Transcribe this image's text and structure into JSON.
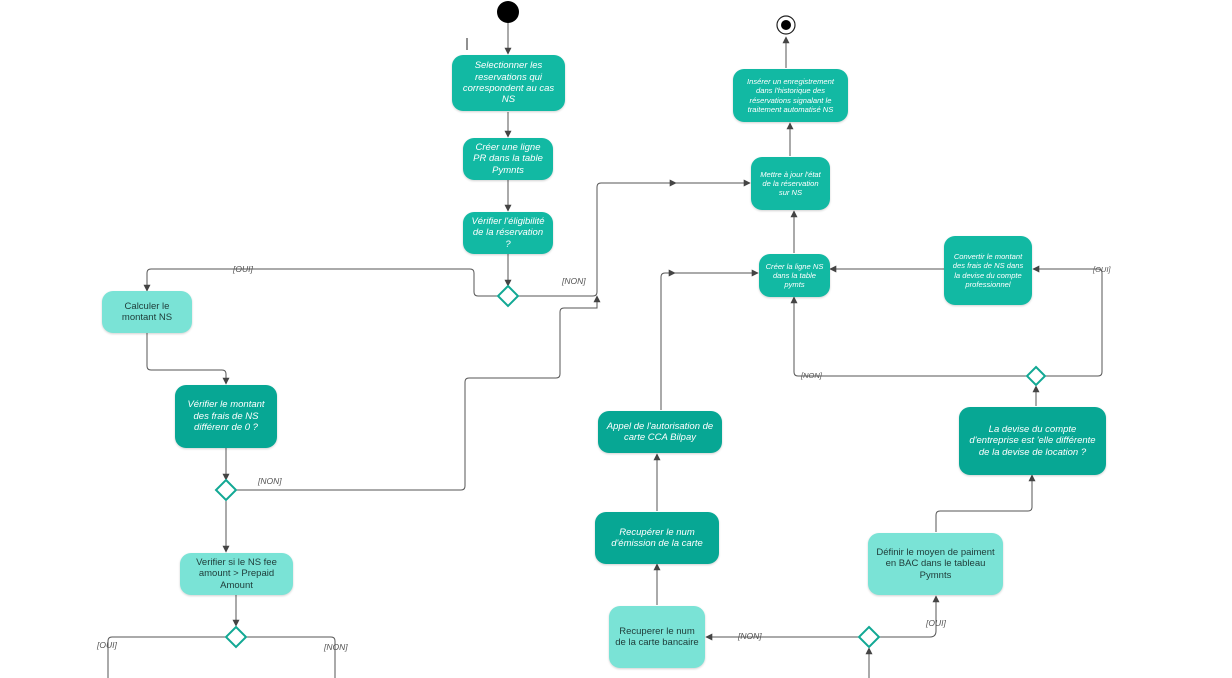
{
  "nodes": {
    "select_reservations": "Selectionner les reservations qui correspondent au cas NS",
    "create_pr_line": "Créer une ligne PR dans la table Pymnts",
    "verify_eligibility": "Vérifier l'éligibilité de la réservation ?",
    "calc_ns_amount": "Calculer le montant NS",
    "verify_ns_amount": "Vérifier le montant des frais de NS différenr de 0 ?",
    "verify_ns_fee": "Verifier si le NS fee amount > Prepaid Amount",
    "get_card_number": "Recuperer le num de la carte bancaire",
    "get_card_emission": "Recupérer le num d'émission de la carte",
    "call_cca_authorization": "Appel de l'autorisation de carte CCA Bilpay",
    "define_payment_method": "Définir le moyen de paiment en BAC dans le tableau Pymnts",
    "currency_question": "La devise du compte d'entreprise est 'elle différente de la devise de location ?",
    "convert_ns_amount": "Convertir le montant des frais de NS dans la devise du compte professionnel",
    "create_ns_line": "Créer la ligne NS dans la table pymts",
    "update_reservation_state": "Mettre à jour l'état de la réservation sur NS",
    "insert_history": "Insérer un enregistrement dans l'historique des réservations signalant le traitement automatisé NS"
  },
  "guards": {
    "oui": "[OUI]",
    "non": "[NON]"
  },
  "colors": {
    "dark": "#07a794",
    "mid": "#12b9a3",
    "light": "#7ae3d6",
    "line": "#555555"
  }
}
